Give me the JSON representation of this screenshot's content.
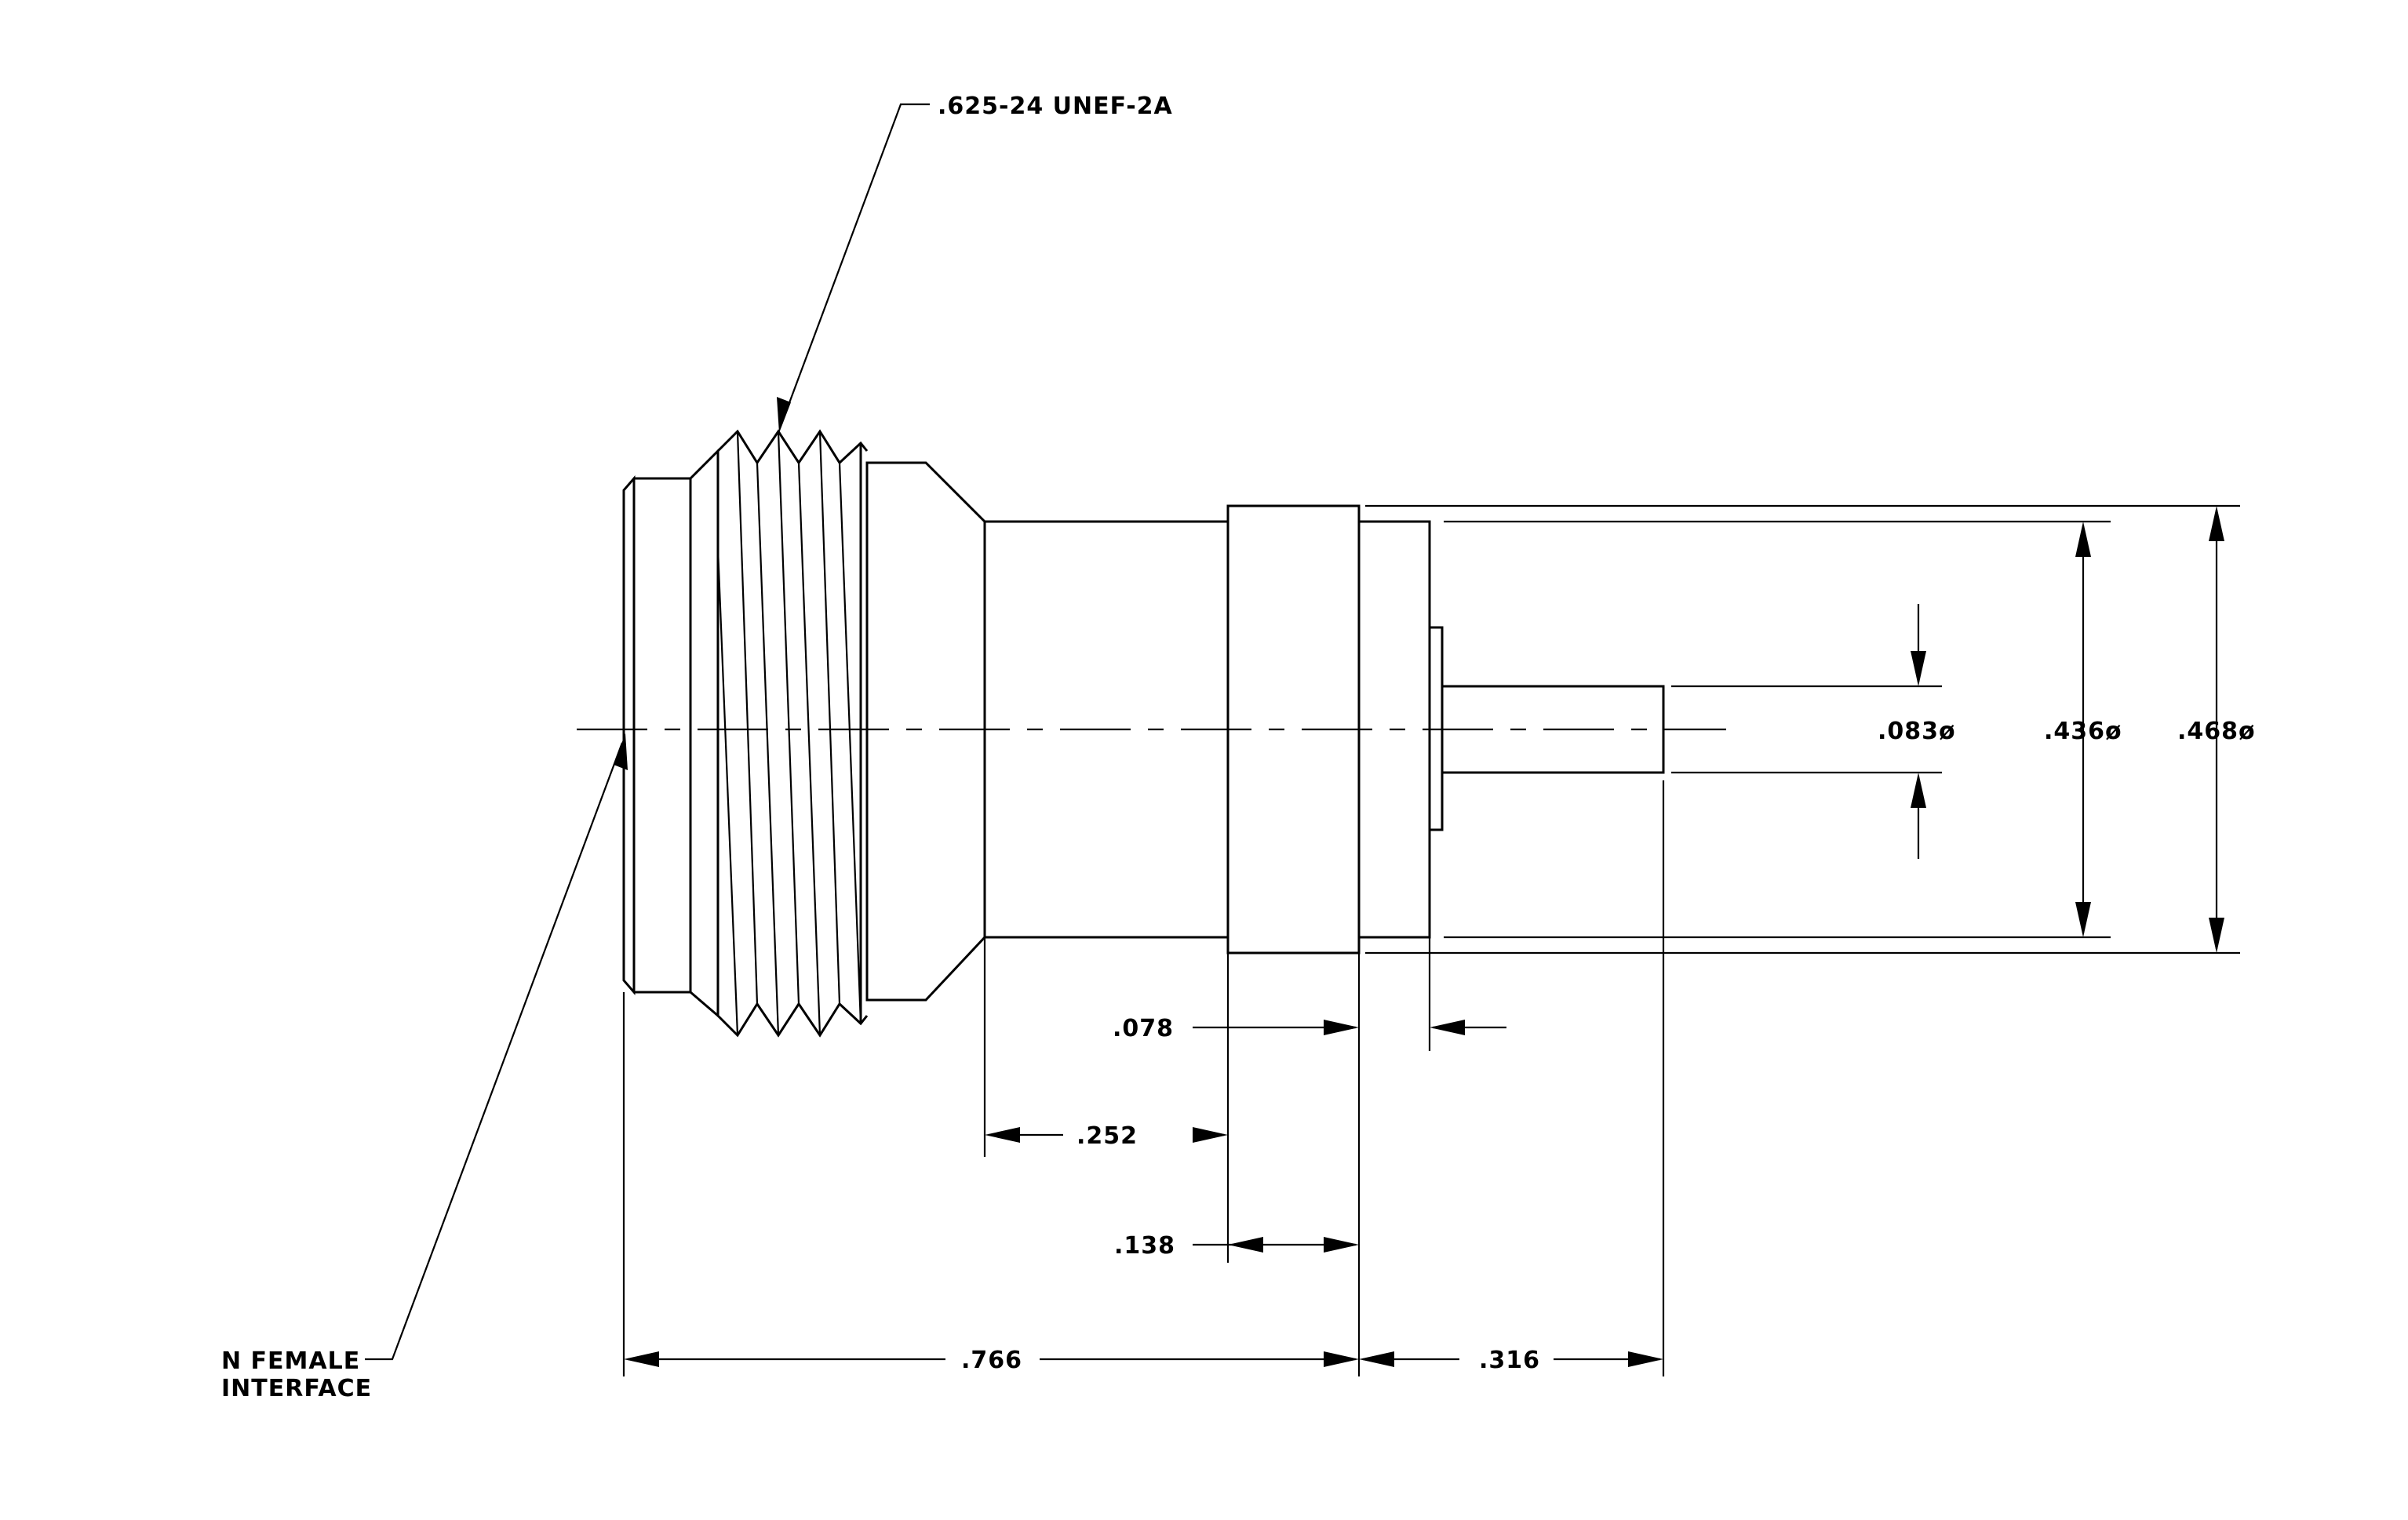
{
  "labels": {
    "thread_callout": ".625-24 UNEF-2A",
    "interface_line1": "N FEMALE",
    "interface_line2": "INTERFACE"
  },
  "dimensions": {
    "pin_dia": ".083ø",
    "body_dia": ".436ø",
    "flange_dia": ".468ø",
    "dim_078": ".078",
    "dim_252": ".252",
    "dim_138": ".138",
    "dim_766": ".766",
    "dim_316": ".316"
  }
}
